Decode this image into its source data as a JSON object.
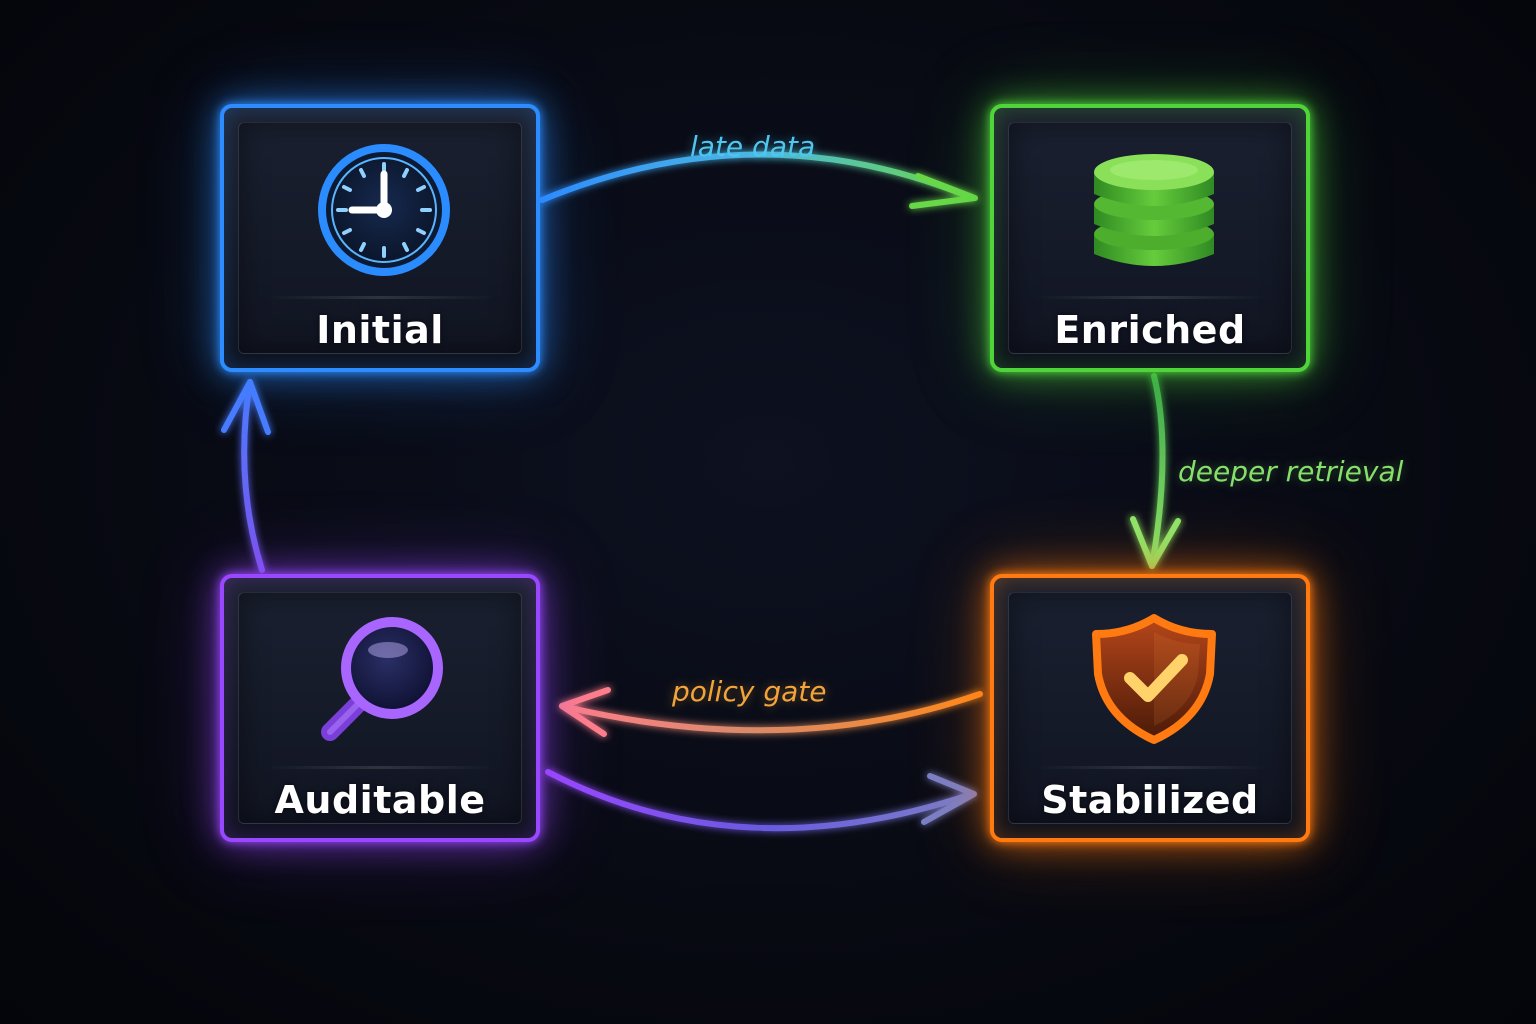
{
  "nodes": {
    "initial": {
      "label": "Initial",
      "icon": "clock-icon",
      "color": "#2d8cff"
    },
    "enriched": {
      "label": "Enriched",
      "icon": "database-icon",
      "color": "#4fd43a"
    },
    "stabilized": {
      "label": "Stabilized",
      "icon": "shield-check-icon",
      "color": "#ff7a10"
    },
    "auditable": {
      "label": "Auditable",
      "icon": "magnifying-glass-icon",
      "color": "#9a48ff"
    }
  },
  "edges": {
    "initial_to_enriched": {
      "label": "late data",
      "color": "#4fc6f0"
    },
    "enriched_to_stabilized": {
      "label": "deeper retrieval",
      "color": "#86df6a"
    },
    "stabilized_to_auditable": {
      "label": "policy gate",
      "color": "#f2a43a"
    },
    "auditable_to_stabilized": {
      "label": ""
    },
    "auditable_to_initial": {
      "label": ""
    }
  }
}
